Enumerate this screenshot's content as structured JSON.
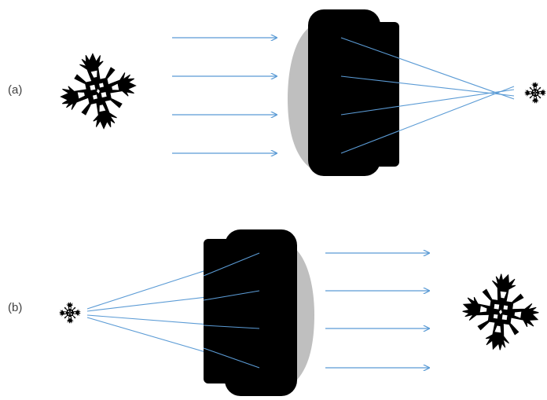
{
  "panels": [
    {
      "id": "a",
      "label": "(a)"
    },
    {
      "id": "b",
      "label": "(b)"
    }
  ],
  "colors": {
    "ray": "#5b9bd5",
    "lens_body": "#000000",
    "lens_glass": "#bfbfbf",
    "snowflake": "#000000",
    "label_text": "#404040"
  },
  "icons": {
    "object_large": "snowflake-icon",
    "image_small": "snowflake-icon"
  }
}
